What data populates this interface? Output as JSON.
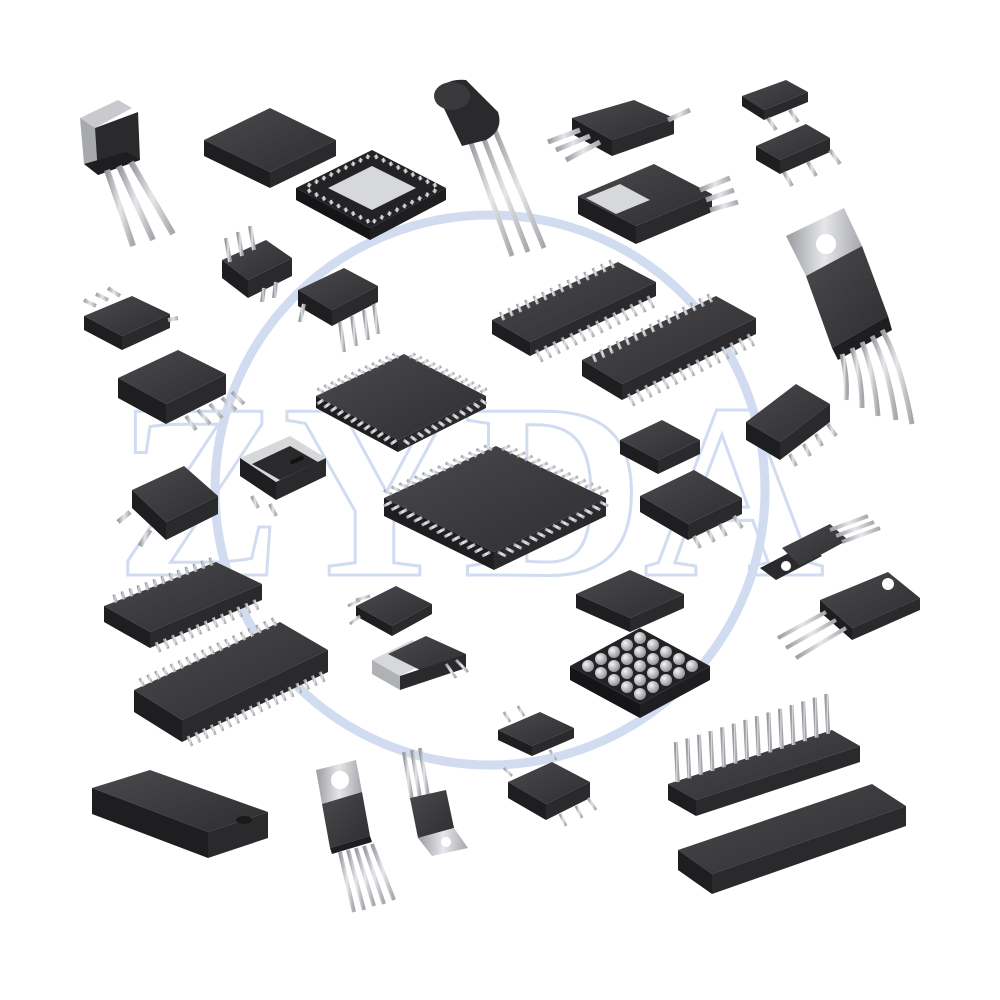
{
  "image": {
    "subject": "electronic-components-assortment",
    "background_color": "#ffffff"
  },
  "watermark": {
    "text": "ZYDA",
    "color": "#c9d6ef"
  },
  "colors": {
    "body_top": "#3a3a3c",
    "body_side": "#1e1e20",
    "body_front": "#2a2a2c",
    "metal": "#c9cacd",
    "metal_dark": "#8e9095",
    "pad_silver": "#d7d8da",
    "bga_ball": "#b8b9bc"
  },
  "components": [
    {
      "id": "to251",
      "type": "TO-251 power transistor",
      "icon": "to251-package-icon"
    },
    {
      "id": "qfn-dark",
      "type": "QFN package (top)",
      "icon": "qfn-top-icon"
    },
    {
      "id": "qfn-pad",
      "type": "QFN package (bottom pad)",
      "icon": "qfn-bottom-icon"
    },
    {
      "id": "to92",
      "type": "TO-92 transistor",
      "icon": "to92-package-icon"
    },
    {
      "id": "sot-dual-top",
      "type": "SOT-89 pair",
      "icon": "sot89-pair-icon"
    },
    {
      "id": "to220-5",
      "type": "TO-220-5 regulator",
      "icon": "to220-5pin-icon"
    },
    {
      "id": "tqfp",
      "type": "TQFP microcontroller",
      "icon": "tqfp-package-icon"
    },
    {
      "id": "dpak",
      "type": "DPAK",
      "icon": "dpak-package-icon"
    },
    {
      "id": "tssop",
      "type": "TSSOP/SSOP pair",
      "icon": "ssop-package-icon"
    },
    {
      "id": "bga",
      "type": "BGA",
      "icon": "bga-package-icon"
    },
    {
      "id": "dip",
      "type": "DIP-16",
      "icon": "dip16-package-icon"
    },
    {
      "id": "dip28",
      "type": "DIP-28 pair",
      "icon": "dip28-package-icon"
    },
    {
      "id": "to220",
      "type": "TO-220-3",
      "icon": "to220-package-icon"
    },
    {
      "id": "sot23",
      "type": "SOT-23-6",
      "icon": "sot23-package-icon"
    }
  ]
}
